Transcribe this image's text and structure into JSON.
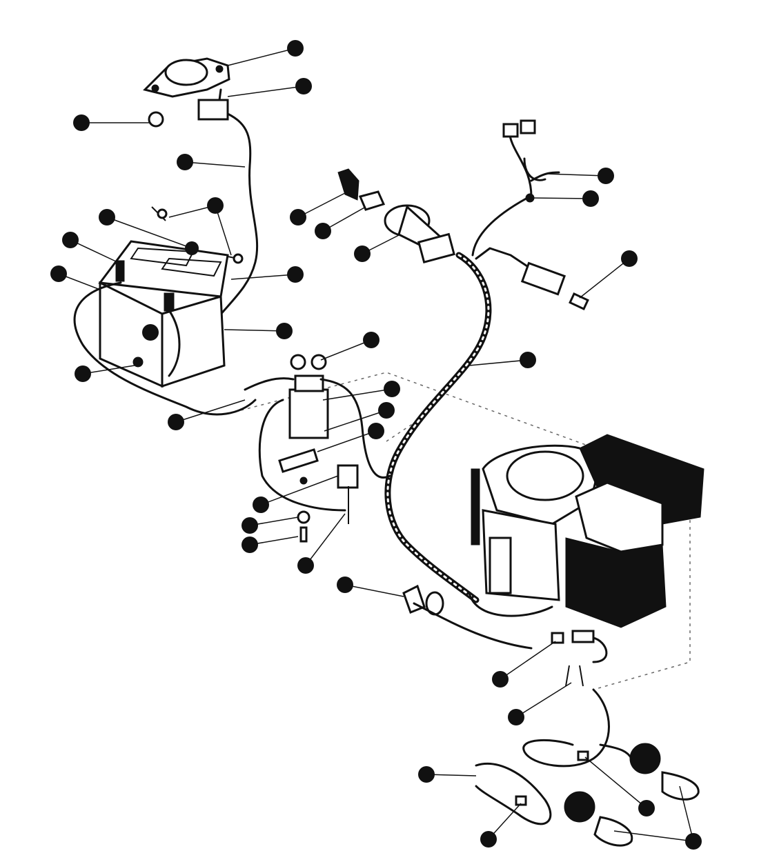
{
  "diagram": {
    "callouts": [
      {
        "id": "c1"
      },
      {
        "id": "c2"
      },
      {
        "id": "c3"
      },
      {
        "id": "c4"
      },
      {
        "id": "c5"
      },
      {
        "id": "c6"
      },
      {
        "id": "c7"
      },
      {
        "id": "c8"
      },
      {
        "id": "c9"
      },
      {
        "id": "c10"
      },
      {
        "id": "c11"
      },
      {
        "id": "c12"
      },
      {
        "id": "c13"
      },
      {
        "id": "c14"
      },
      {
        "id": "c15"
      },
      {
        "id": "c16"
      },
      {
        "id": "c17"
      },
      {
        "id": "c18"
      },
      {
        "id": "c19"
      },
      {
        "id": "c20"
      },
      {
        "id": "c21"
      },
      {
        "id": "c22"
      },
      {
        "id": "c23"
      },
      {
        "id": "c24"
      },
      {
        "id": "c25"
      },
      {
        "id": "c26"
      },
      {
        "id": "c27"
      },
      {
        "id": "c28"
      },
      {
        "id": "c29"
      },
      {
        "id": "c30"
      },
      {
        "id": "c31"
      },
      {
        "id": "c32"
      },
      {
        "id": "c33"
      },
      {
        "id": "c34"
      },
      {
        "id": "c35"
      }
    ],
    "colors": {
      "ink": "#111111",
      "paper": "#ffffff"
    }
  }
}
